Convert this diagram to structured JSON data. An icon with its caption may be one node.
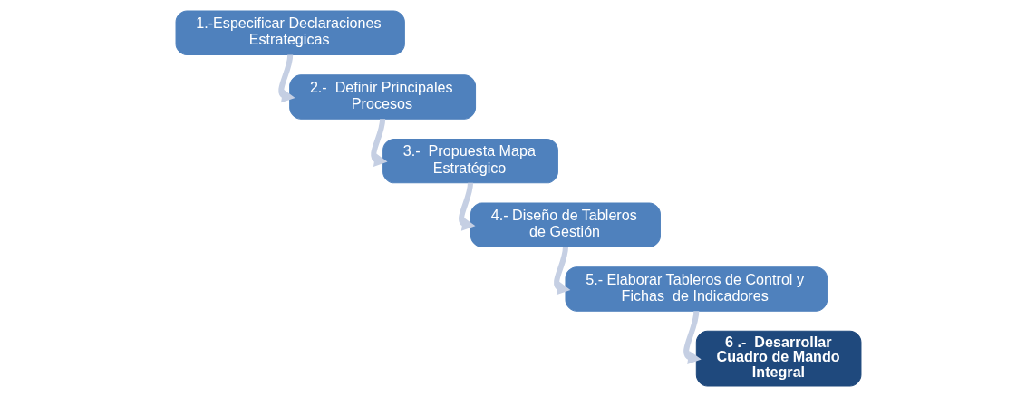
{
  "diagram": {
    "nodes": [
      {
        "text": [
          "1.-Especificar Declaraciones Estrategicas"
        ]
      },
      {
        "text": [
          "2.-  Definir Principales Procesos"
        ]
      },
      {
        "text": [
          "3.-  Propuesta Mapa Estratégico"
        ]
      },
      {
        "text": [
          "4.- Diseño de Tableros de Gestión"
        ]
      },
      {
        "text": [
          "5.- Elaborar Tableros de Control y Fichas  de Indicadores"
        ]
      },
      {
        "text": [
          "6 .-  Desarrollar Cuadro de Mando Integral"
        ]
      }
    ],
    "edges": [
      {
        "from": 0,
        "to": 1,
        "arrow": "to"
      },
      {
        "from": 1,
        "to": 2,
        "arrow": "to"
      },
      {
        "from": 2,
        "to": 3,
        "arrow": "to"
      },
      {
        "from": 3,
        "to": 4,
        "arrow": "to"
      },
      {
        "from": 4,
        "to": 5,
        "arrow": "to"
      }
    ]
  }
}
